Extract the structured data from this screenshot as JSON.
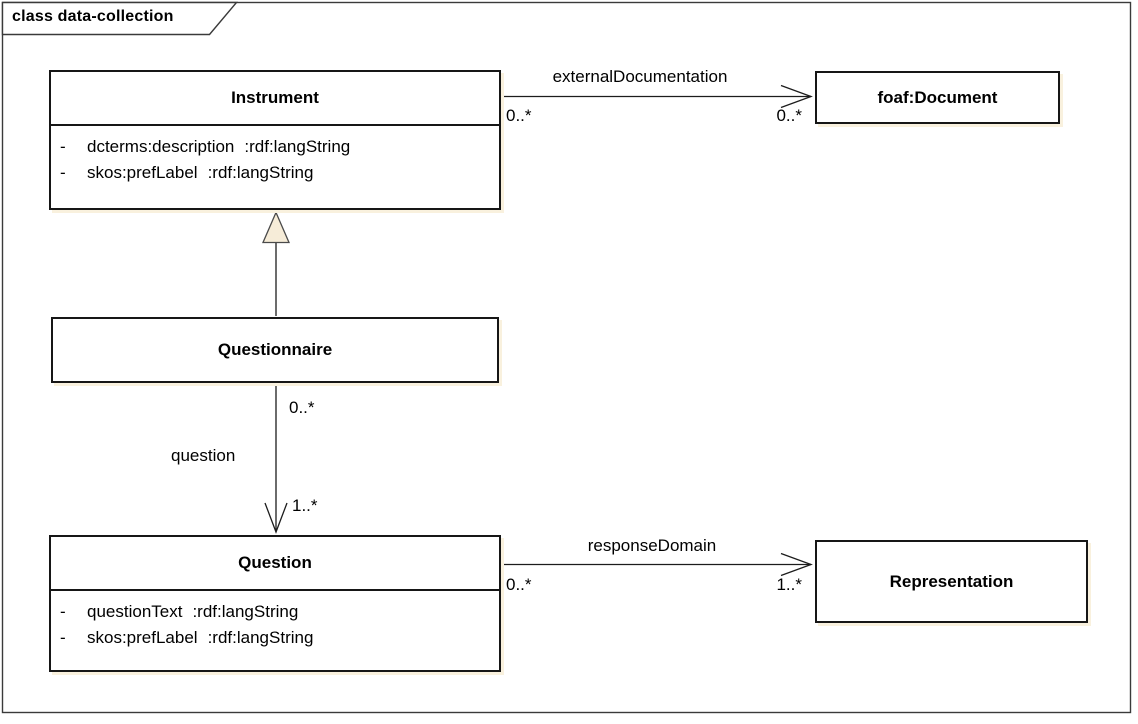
{
  "frame": {
    "label": "class data-collection"
  },
  "classes": {
    "instrument": {
      "name": "Instrument",
      "attributes": [
        {
          "visibility": "-",
          "name": "dcterms:description",
          "type": ":rdf:langString"
        },
        {
          "visibility": "-",
          "name": "skos:prefLabel",
          "type": ":rdf:langString"
        }
      ]
    },
    "foaf_document": {
      "name": "foaf:Document"
    },
    "questionnaire": {
      "name": "Questionnaire"
    },
    "question": {
      "name": "Question",
      "attributes": [
        {
          "visibility": "-",
          "name": "questionText",
          "type": ":rdf:langString"
        },
        {
          "visibility": "-",
          "name": "skos:prefLabel",
          "type": ":rdf:langString"
        }
      ]
    },
    "representation": {
      "name": "Representation"
    }
  },
  "associations": {
    "external_documentation": {
      "label": "externalDocumentation",
      "source": "Instrument",
      "target": "foaf:Document",
      "source_multiplicity": "0..*",
      "target_multiplicity": "0..*"
    },
    "question": {
      "label": "question",
      "source": "Questionnaire",
      "target": "Question",
      "source_multiplicity": "0..*",
      "target_multiplicity": "1..*"
    },
    "response_domain": {
      "label": "responseDomain",
      "source": "Question",
      "target": "Representation",
      "source_multiplicity": "0..*",
      "target_multiplicity": "1..*"
    }
  },
  "generalization": {
    "source": "Questionnaire",
    "target": "Instrument"
  },
  "colors": {
    "line": "#1c1c1c",
    "frame_border": "#3a3a3a",
    "box_border": "#161616",
    "box_fill": "#ffffff",
    "shadow": "#f9f1de",
    "triangle_fill": "#f6ecd8"
  }
}
